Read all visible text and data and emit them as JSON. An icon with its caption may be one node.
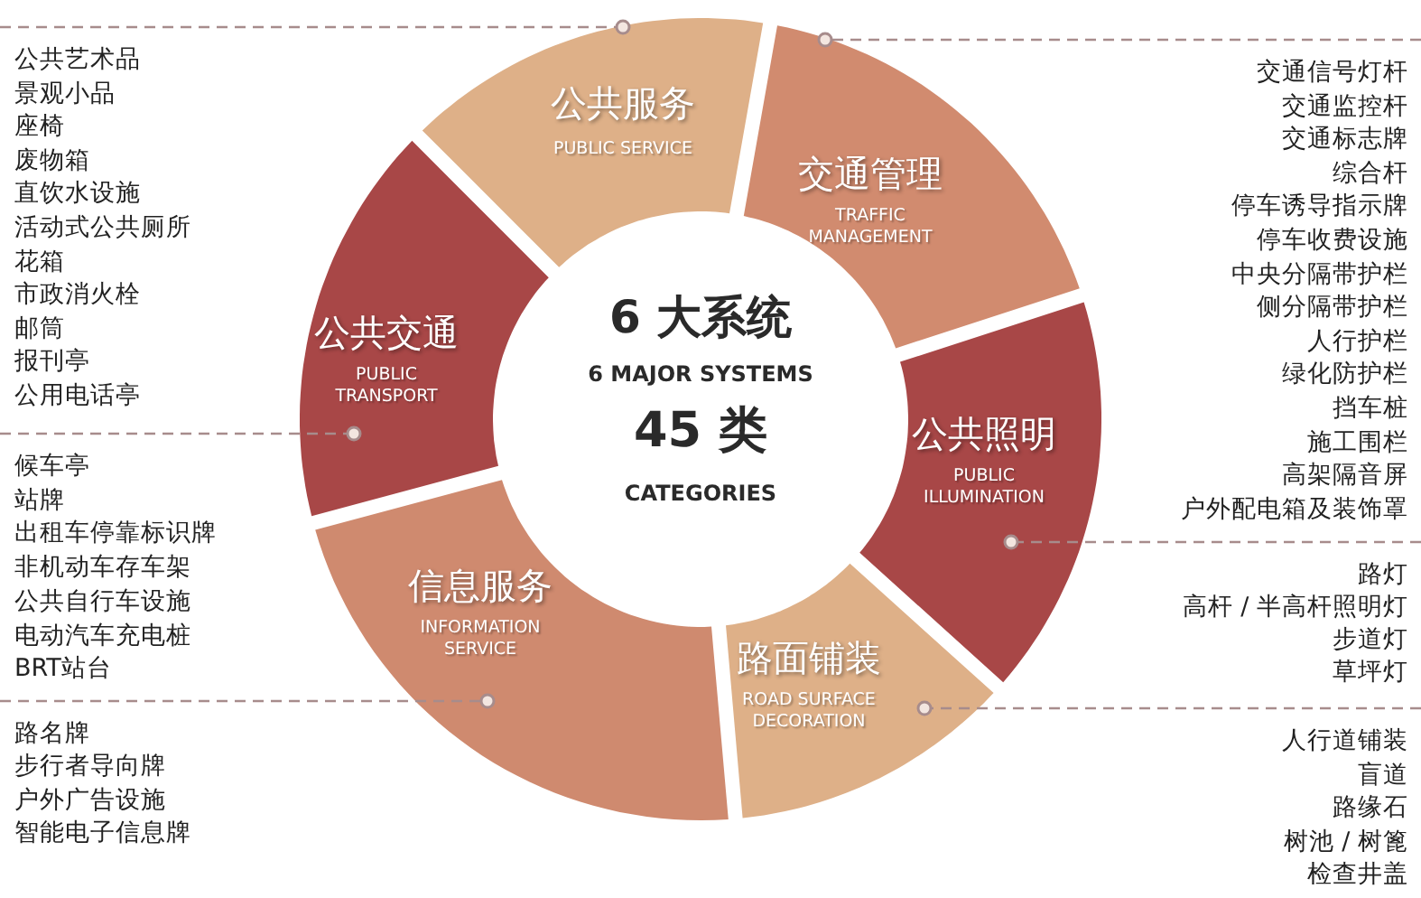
{
  "diagram": {
    "nodes": [
      {
        "text": [
          "6 大系统",
          "6 MAJOR SYSTEMS",
          "45 类",
          "CATEGORIES"
        ]
      },
      {
        "text": [
          "公共服务",
          "PUBLIC SERVICE"
        ]
      },
      {
        "text": [
          "交通管理",
          "TRAFFIC MANAGEMENT"
        ]
      },
      {
        "text": [
          "公共照明",
          "PUBLIC ILLUMINATION"
        ]
      },
      {
        "text": [
          "路面铺装",
          "ROAD SURFACE DECORATION"
        ]
      },
      {
        "text": [
          "信息服务",
          "INFORMATION SERVICE"
        ]
      },
      {
        "text": [
          "公共交通",
          "PUBLIC TRANSPORT"
        ]
      },
      {
        "text": [
          "公共艺术品",
          "景观小品",
          "座椅",
          "废物箱",
          "直饮水设施",
          "活动式公共厕所",
          "花箱",
          "市政消火栓",
          "邮筒",
          "报刊亭",
          "公用电话亭"
        ]
      },
      {
        "text": [
          "交通信号灯杆",
          "交通监控杆",
          "交通标志牌",
          "综合杆",
          "停车诱导指示牌",
          "停车收费设施",
          "中央分隔带护栏",
          "侧分隔带护栏",
          "人行护栏",
          "绿化防护栏",
          "挡车桩",
          "施工围栏",
          "高架隔音屏",
          "户外配电箱及装饰罩"
        ]
      },
      {
        "text": [
          "候车亭",
          "站牌",
          "出租车停靠标识牌",
          "非机动车存车架",
          "公共自行车设施",
          "电动汽车充电桩",
          "BRT站台"
        ]
      },
      {
        "text": [
          "路灯",
          "高杆 / 半高杆照明灯",
          "步道灯",
          "草坪灯"
        ]
      },
      {
        "text": [
          "路名牌",
          "步行者导向牌",
          "户外广告设施",
          "智能电子信息牌"
        ]
      },
      {
        "text": [
          "人行道铺装",
          "盲道",
          "路缘石",
          "树池 / 树篦",
          "检查井盖"
        ]
      }
    ],
    "edges": [
      {
        "from": 7,
        "to": 1,
        "arrow": "other"
      },
      {
        "from": 8,
        "to": 2,
        "arrow": "other"
      },
      {
        "from": 9,
        "to": 6,
        "arrow": "other"
      },
      {
        "from": 10,
        "to": 3,
        "arrow": "other"
      },
      {
        "from": 11,
        "to": 5,
        "arrow": "other"
      },
      {
        "from": 12,
        "to": 4,
        "arrow": "other"
      }
    ]
  }
}
